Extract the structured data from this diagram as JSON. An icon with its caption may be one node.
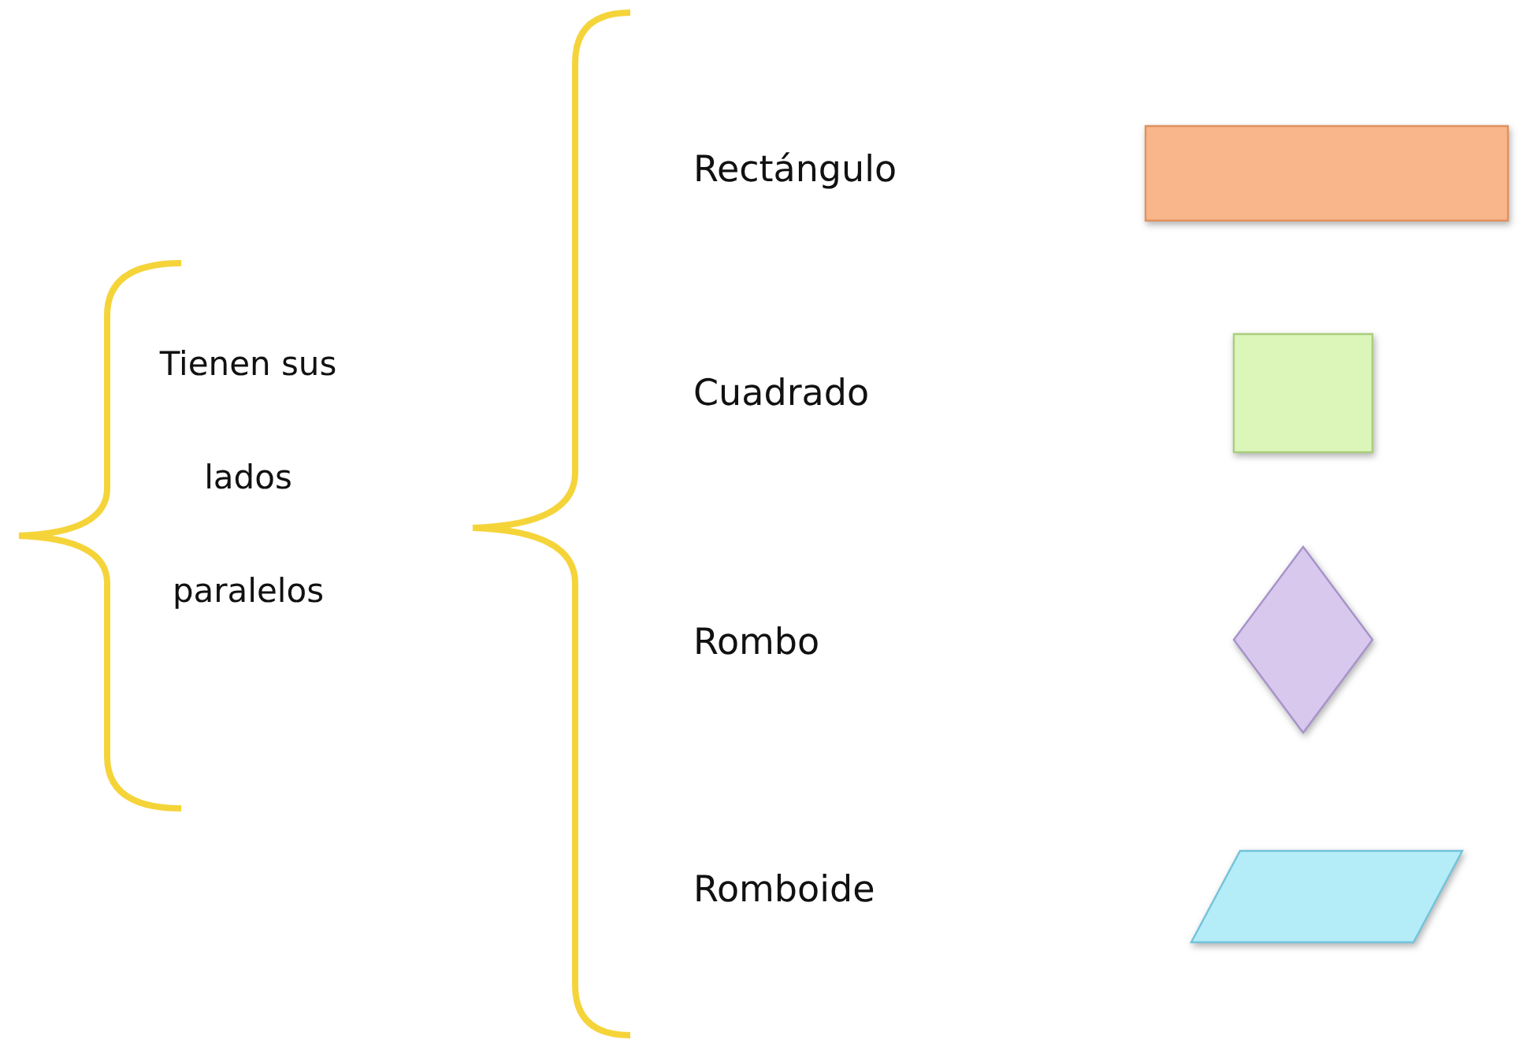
{
  "diagram": {
    "nodes": [
      {
        "text": [],
        "shape": "box"
      },
      {
        "text": [],
        "shape": "box"
      },
      {
        "text": [],
        "shape": "diamond"
      },
      {
        "text": [],
        "shape": "parallelogram"
      }
    ],
    "edges": [],
    "labels": [
      "Tienen sus lados paralelos",
      "Rectángulo",
      "Cuadrado",
      "Rombo",
      "Romboide"
    ]
  }
}
